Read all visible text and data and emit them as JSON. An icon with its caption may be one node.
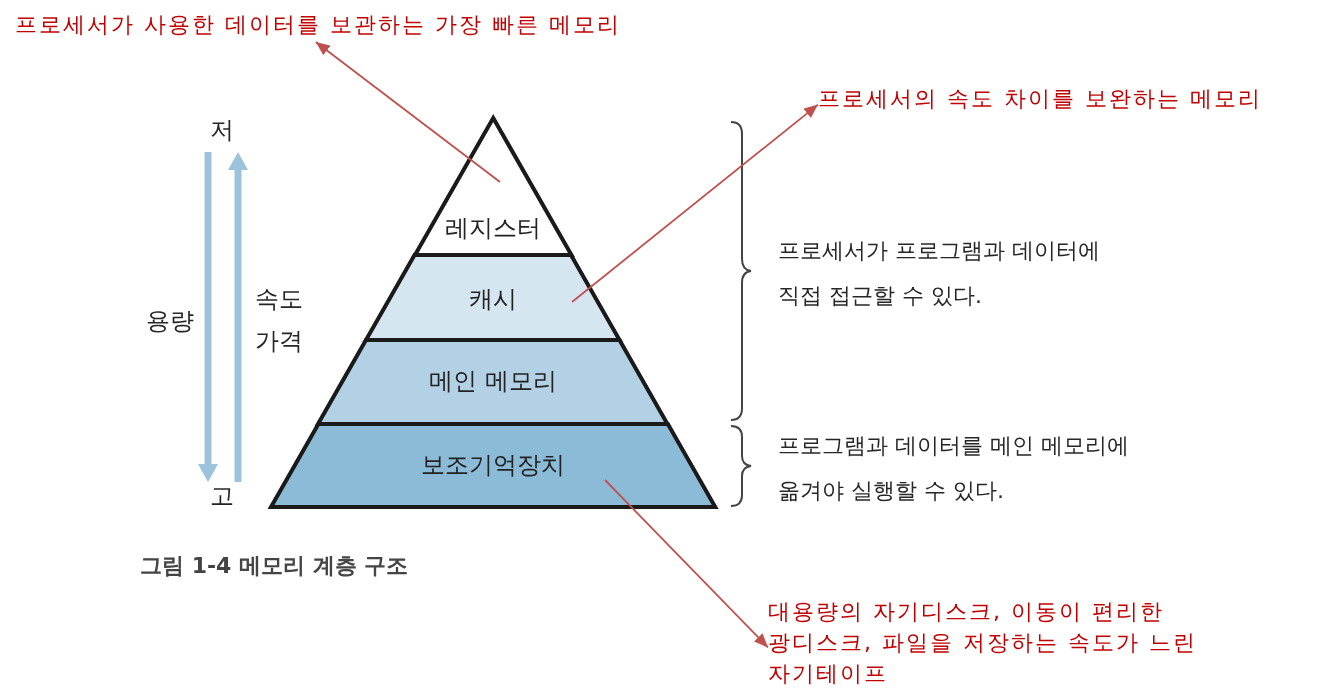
{
  "diagram": {
    "caption": "그림 1-4 메모리 계층 구조",
    "nodes": [
      {
        "text": [
          "프로세서가 사용한 데이터를 보관하는 가장 빠른 메모리"
        ]
      },
      {
        "text": [
          "프로세서의 속도 차이를 보완하는 메모리"
        ]
      },
      {
        "text": [
          "레지스터"
        ]
      },
      {
        "text": [
          "캐시"
        ]
      },
      {
        "text": [
          "메인 메모리"
        ]
      },
      {
        "text": [
          "보조기억장치"
        ]
      },
      {
        "text": [
          "대용량의 자기디스크, 이동이 편리한 광디스크, 파일을 저장하는 속도가 느린 자기테이프"
        ]
      }
    ],
    "edges": [
      {
        "from": 2,
        "to": 0,
        "arrow": "to"
      },
      {
        "from": 3,
        "to": 1,
        "arrow": "to"
      },
      {
        "from": 5,
        "to": 6,
        "arrow": "to"
      }
    ],
    "labels": [
      "저",
      "용량",
      "속도 가격",
      "고",
      "프로세서가 프로그램과 데이터에 직접 접근할 수 있다.",
      "프로그램과 데이터를 메인 메모리에 옮겨야 실행할 수 있다."
    ]
  }
}
